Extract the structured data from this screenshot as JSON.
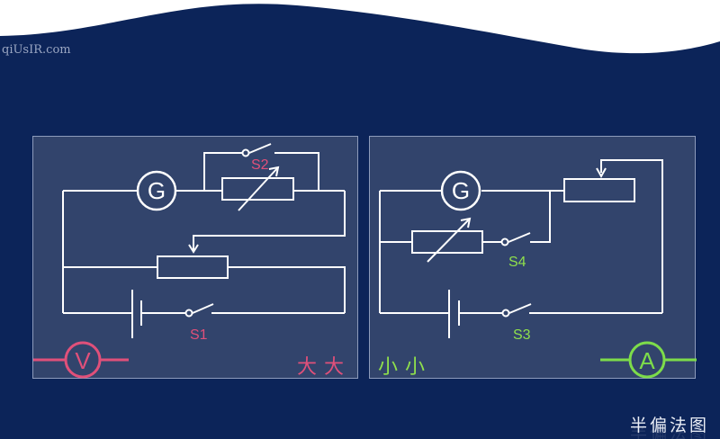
{
  "watermark": "qiUsIR.com",
  "title": "半偏法图",
  "colors": {
    "background": "#0c2459",
    "panel": "#32446c",
    "wire": "#ffffff",
    "pink": "#e0507a",
    "green": "#7ddc4a"
  },
  "left_circuit": {
    "galvanometer": "G",
    "switch_main": "S1",
    "switch_parallel": "S2",
    "meter": "V",
    "note": "大大"
  },
  "right_circuit": {
    "galvanometer": "G",
    "switch_main": "S3",
    "switch_parallel": "S4",
    "meter": "A",
    "note": "小小"
  }
}
